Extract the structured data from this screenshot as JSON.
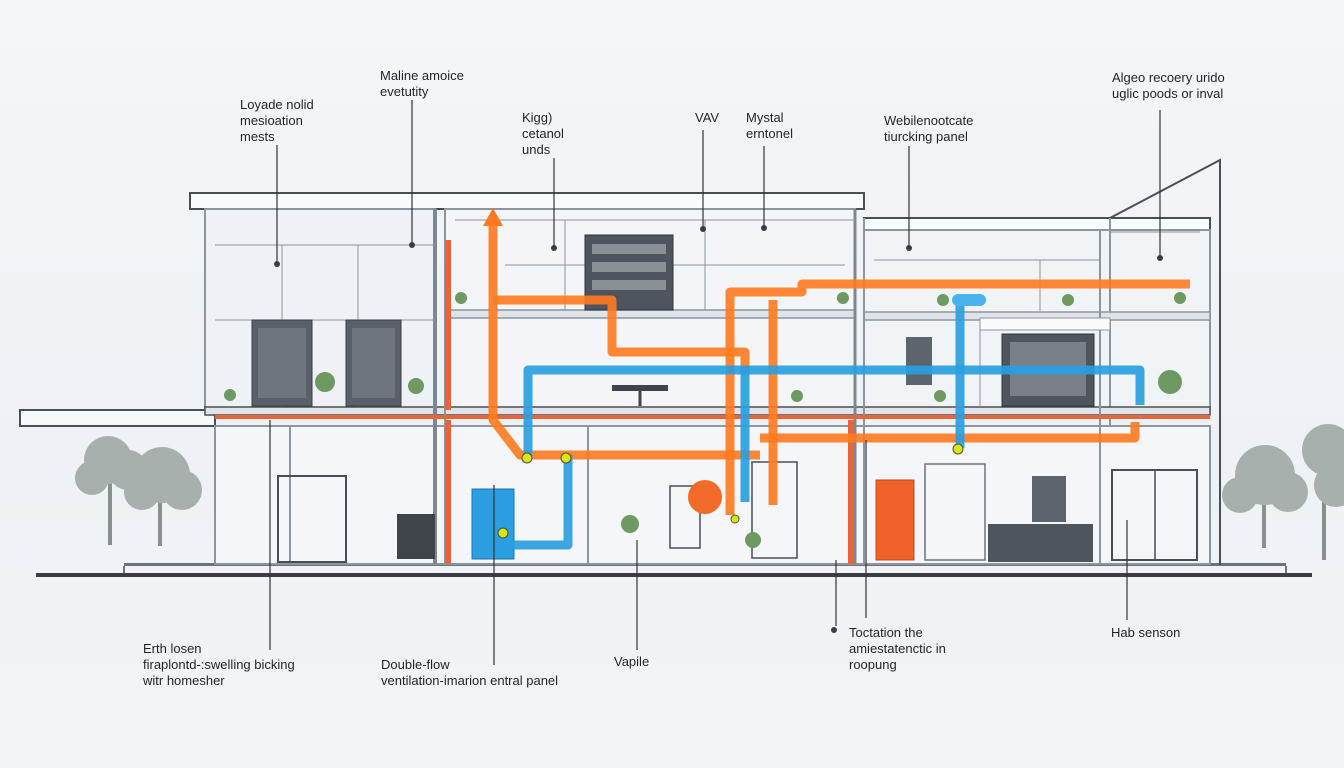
{
  "labels": {
    "top_left": [
      "Loyade nolid",
      "mesioation",
      "mests"
    ],
    "top_maline": [
      "Maline amoice",
      "evetutity"
    ],
    "top_kigg": [
      "Kigg)",
      "cetanol",
      "unds"
    ],
    "top_vav": [
      "VAV"
    ],
    "top_mystal": [
      "Mystal",
      "erntonel"
    ],
    "top_webile": [
      "Webilenootcate",
      "tiurcking panel"
    ],
    "top_algeo": [
      "Algeo recoery urido",
      "uglic poods or inval"
    ],
    "bottom_erth": [
      "Erth losen",
      "firaplontd-:swelling bicking",
      "witr homesher"
    ],
    "bottom_double": [
      "Double-flow",
      "ventilation-imarion entral panel"
    ],
    "bottom_vapile": [
      "Vapile"
    ],
    "bottom_toctation": [
      "Toctation the",
      "amiestatenctic in",
      "roopung"
    ],
    "bottom_hab": [
      "Hab senson"
    ]
  },
  "colors": {
    "supply_duct": "#ff7a1f",
    "return_duct": "#2a9ee0",
    "structure": "#9aa3ad",
    "floor_slab": "#e8643a",
    "sensor": "#d8e600",
    "tree": "#9fa8a5",
    "leader": "#30343a"
  }
}
